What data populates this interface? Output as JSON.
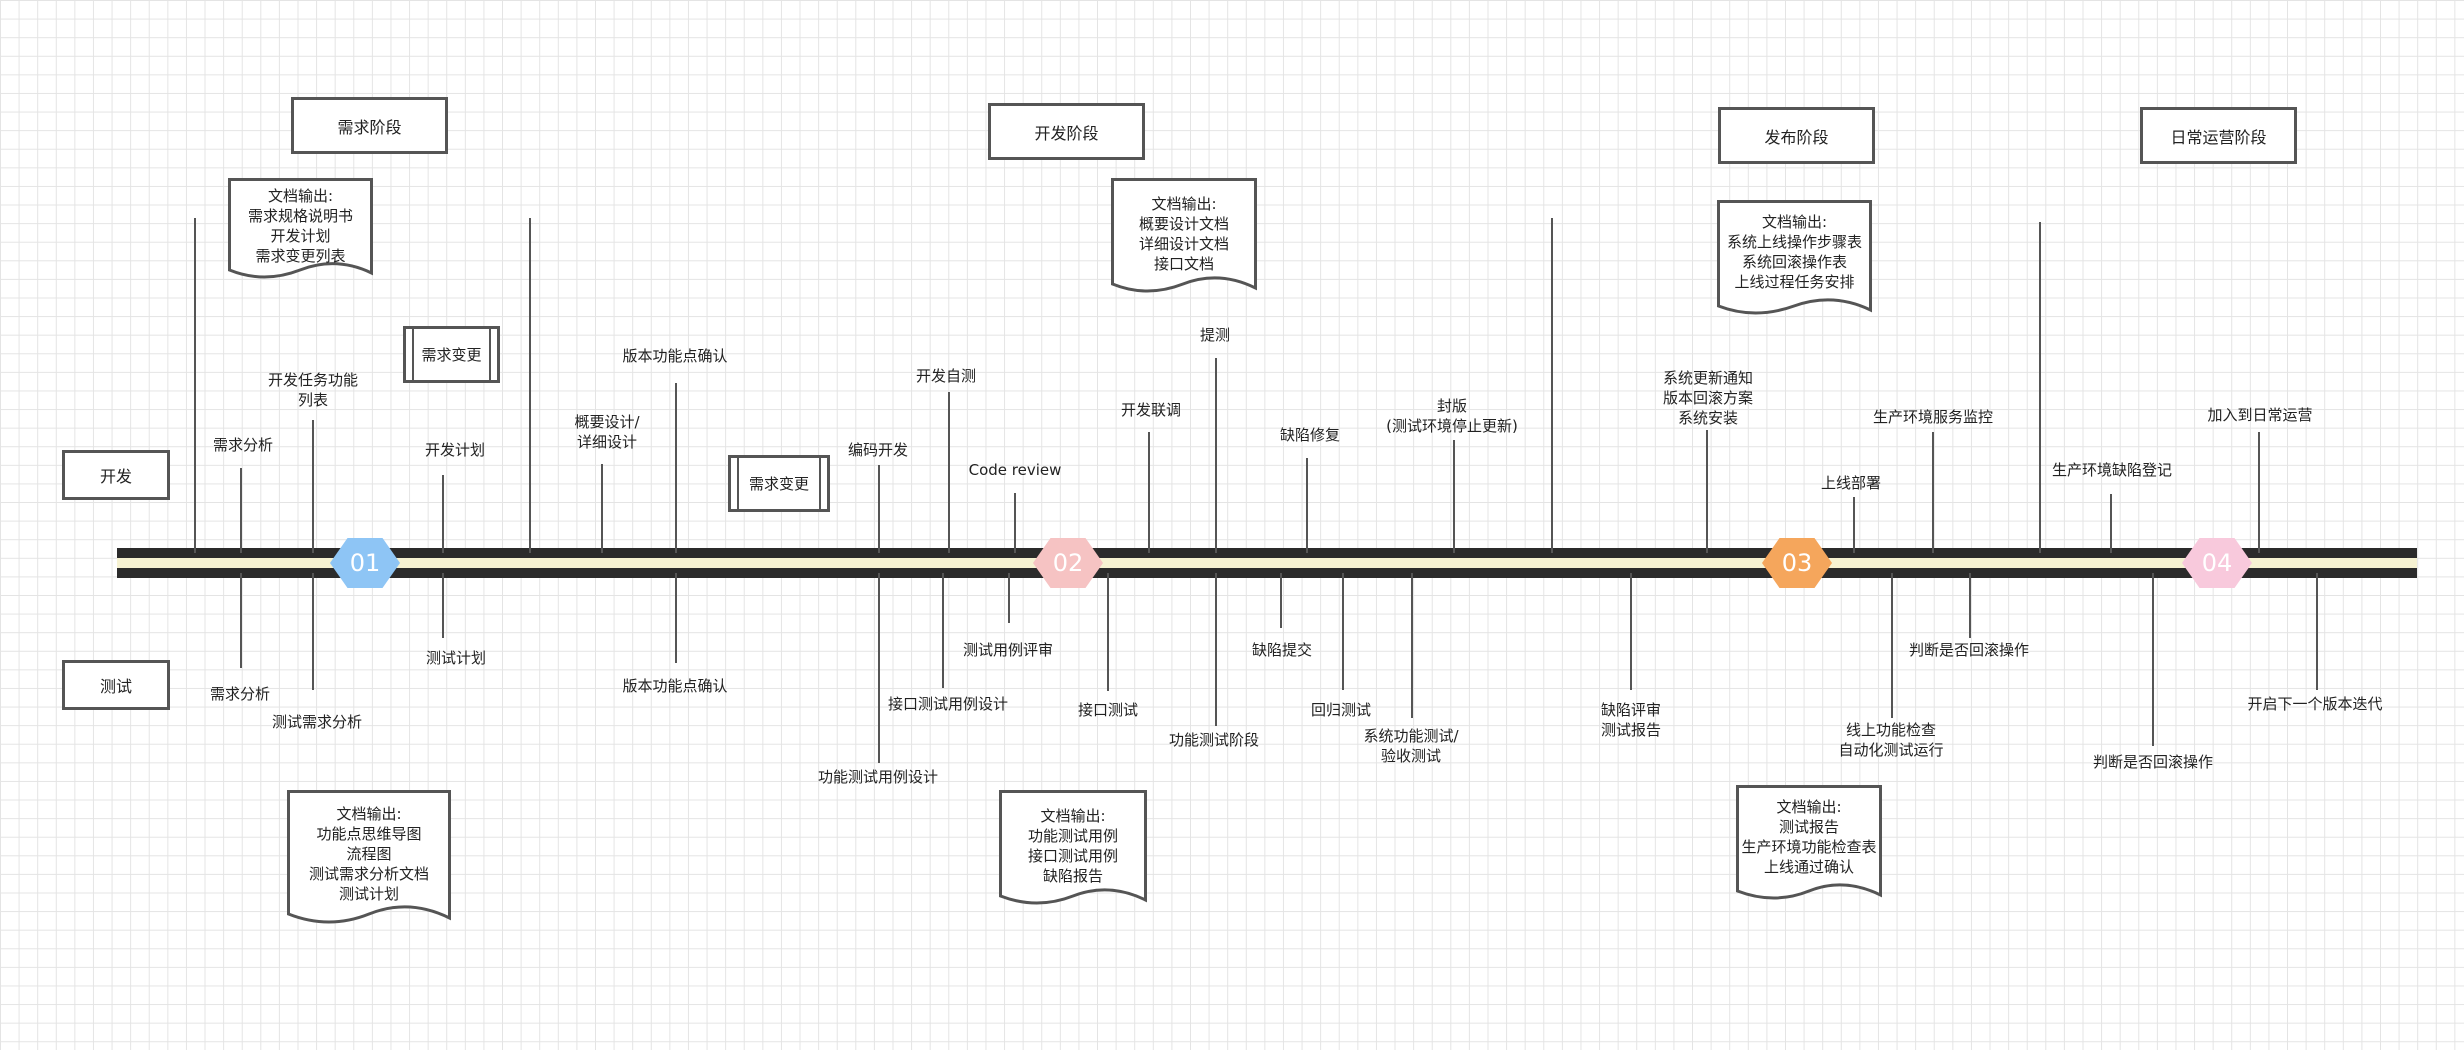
{
  "phases": {
    "requirements": "需求阶段",
    "development": "开发阶段",
    "release": "发布阶段",
    "operations": "日常运营阶段"
  },
  "rows": {
    "dev": "开发",
    "test": "测试"
  },
  "milestones": {
    "m1": "01",
    "m2": "02",
    "m3": "03",
    "m4": "04"
  },
  "docs": {
    "req_out": "文档输出:\n需求规格说明书\n开发计划\n需求变更列表",
    "dev_out": "文档输出:\n概要设计文档\n详细设计文档\n接口文档",
    "release_out": "文档输出:\n系统上线操作步骤表\n系统回滚操作表\n上线过程任务安排",
    "test_req_out": "文档输出:\n功能点思维导图\n流程图\n测试需求分析文档\n测试计划",
    "test_dev_out": "文档输出:\n功能测试用例\n接口测试用例\n缺陷报告",
    "test_release_out": "文档输出:\n测试报告\n生产环境功能检查表\n上线通过确认"
  },
  "changes": {
    "c1": "需求变更",
    "c2": "需求变更"
  },
  "dev_tasks": {
    "req_analysis": "需求分析",
    "task_list": "开发任务功能\n列表",
    "dev_plan": "开发计划",
    "design": "概要设计/\n详细设计",
    "feature_confirm": "版本功能点确认",
    "coding": "编码开发",
    "self_test": "开发自测",
    "code_review": "Code review",
    "integration": "开发联调",
    "submit_test": "提测",
    "bug_fix": "缺陷修复",
    "freeze": "封版\n(测试环境停止更新)",
    "notify": "系统更新通知\n版本回滚方案\n系统安装",
    "deploy": "上线部署",
    "monitor": "生产环境服务监控",
    "prod_bug": "生产环境缺陷登记",
    "join_ops": "加入到日常运营"
  },
  "test_tasks": {
    "req_analysis": "需求分析",
    "test_req": "测试需求分析",
    "test_plan": "测试计划",
    "feature_confirm": "版本功能点确认",
    "func_case": "功能测试用例设计",
    "api_case": "接口测试用例设计",
    "case_review": "测试用例评审",
    "api_test": "接口测试",
    "func_test": "功能测试阶段",
    "bug_submit": "缺陷提交",
    "regression": "回归测试",
    "system_test": "系统功能测试/\n验收测试",
    "bug_review": "缺陷评审\n测试报告",
    "online_check": "线上功能检查\n自动化测试运行",
    "rollback1": "判断是否回滚操作",
    "rollback2": "判断是否回滚操作",
    "next_iter": "开启下一个版本迭代"
  },
  "colors": {
    "m1": "#8ec5f5",
    "m2": "#f6c3c3",
    "m3": "#f5a65c",
    "m4": "#f8c9dc",
    "track": "#f6f2d2",
    "line": "#555555"
  }
}
